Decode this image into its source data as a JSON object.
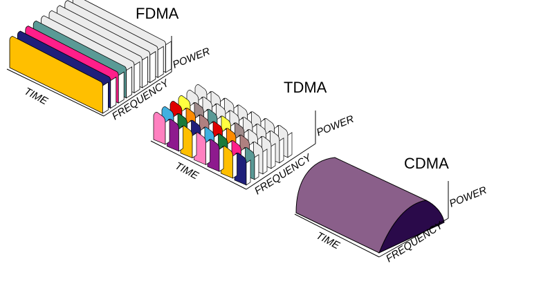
{
  "diagram": {
    "fdma": {
      "title": "FDMA",
      "time_label": "TIME",
      "frequency_label": "FREQUENCY",
      "power_label": "POWER",
      "channel_colors": [
        "#ffbf00",
        "#1f1f7a",
        "#ff1f8a",
        "#5a9a96",
        "#ececec",
        "#ececec",
        "#ececec",
        "#ececec",
        "#ececec"
      ]
    },
    "tdma": {
      "title": "TDMA",
      "time_label": "TIME",
      "frequency_label": "FREQUENCY",
      "power_label": "POWER",
      "slot_colors": [
        [
          "#ff80c0",
          "#8e1a8e",
          "#ffbf00",
          "#ff80c0",
          "#8e1a8e",
          "#ffbf00",
          "#1f1f7a"
        ],
        [
          "#40b0e0",
          "#1a7a3a",
          "#1f1f7a",
          "#40b0e0",
          "#1a7a3a",
          "#ff1f8a",
          "#5a9a96"
        ],
        [
          "#e00000",
          "#ff8c00",
          "#b08080",
          "#e00000",
          "#ff8c00",
          "#b08080",
          "#ececec"
        ],
        [
          "#ffff40",
          "#a08c8c",
          "#5a9a96",
          "#ffff40",
          "#a08c8c",
          "#ececec",
          "#ececec"
        ],
        [
          "#ececec",
          "#ececec",
          "#ececec",
          "#ececec",
          "#ececec",
          "#ececec",
          "#ececec"
        ],
        [
          "#ececec",
          "#ececec",
          "#ececec",
          "#ececec",
          "#ececec",
          "#ececec",
          "#ececec"
        ]
      ]
    },
    "cdma": {
      "title": "CDMA",
      "time_label": "TIME",
      "frequency_label": "FREQUENCY",
      "power_label": "POWER",
      "body_color": "#8a5f8a",
      "end_color": "#2a0a4a"
    }
  }
}
